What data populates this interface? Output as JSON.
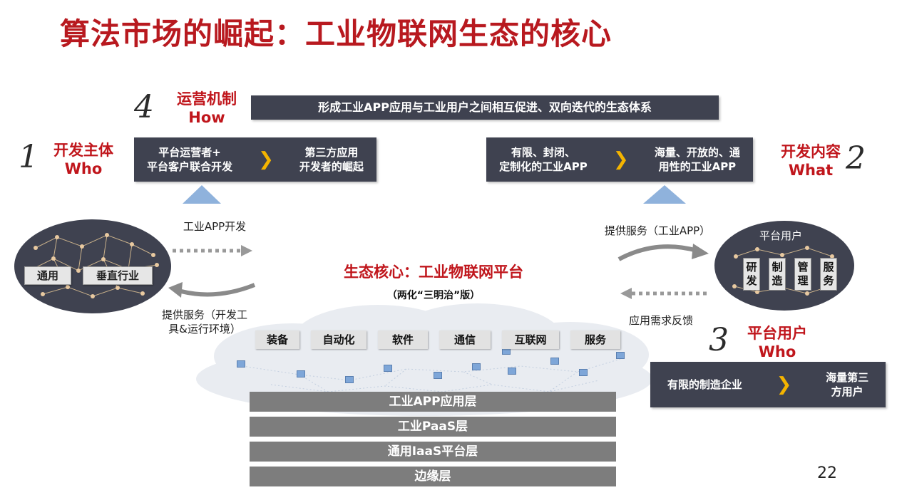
{
  "title": "算法市场的崛起：工业物联网生态的核心",
  "mechanism": {
    "number": "4",
    "label_cn": "运营机制",
    "label_en": "How",
    "text": "形成工业APP应用与工业用户之间相互促进、双向迭代的生态体系"
  },
  "developer": {
    "number": "1",
    "label_cn": "开发主体",
    "label_en": "Who",
    "from": "平台运营者+\n平台客户联合开发",
    "to": "第三方应用\n开发者的崛起"
  },
  "content": {
    "number": "2",
    "label_cn": "开发内容",
    "label_en": "What",
    "from": "有限、封闭、\n定制化的工业APP",
    "to": "海量、开放的、通\n用性的工业APP"
  },
  "users": {
    "number": "3",
    "label_cn": "平台用户",
    "label_en": "Who",
    "from": "有限的制造企业",
    "to": "海量第三\n方用户"
  },
  "left_cluster": {
    "tags": [
      "通用",
      "垂直行业"
    ],
    "arrow_top": "工业APP开发",
    "arrow_bottom": "提供服务（开发工\n具&运行环境）"
  },
  "right_cluster": {
    "label": "平台用户",
    "cells": [
      "研发",
      "制造",
      "管理",
      "服务"
    ],
    "arrow_top": "提供服务（工业APP）",
    "arrow_bottom": "应用需求反馈"
  },
  "core": {
    "title": "生态核心：工业物联网平台",
    "subtitle": "（两化“三明治”版）",
    "capabilities": [
      "装备",
      "自动化",
      "软件",
      "通信",
      "互联网",
      "服务"
    ],
    "layers": [
      "工业APP应用层",
      "工业PaaS层",
      "通用IaaS平台层",
      "边缘层"
    ]
  },
  "page_number": "22",
  "colors": {
    "title_red": "#b8191f",
    "box_dark": "#3f4250",
    "chevron": "#f4b400",
    "triangle_blue": "#8fb2dc",
    "layer_gray": "#7d7d7d"
  }
}
